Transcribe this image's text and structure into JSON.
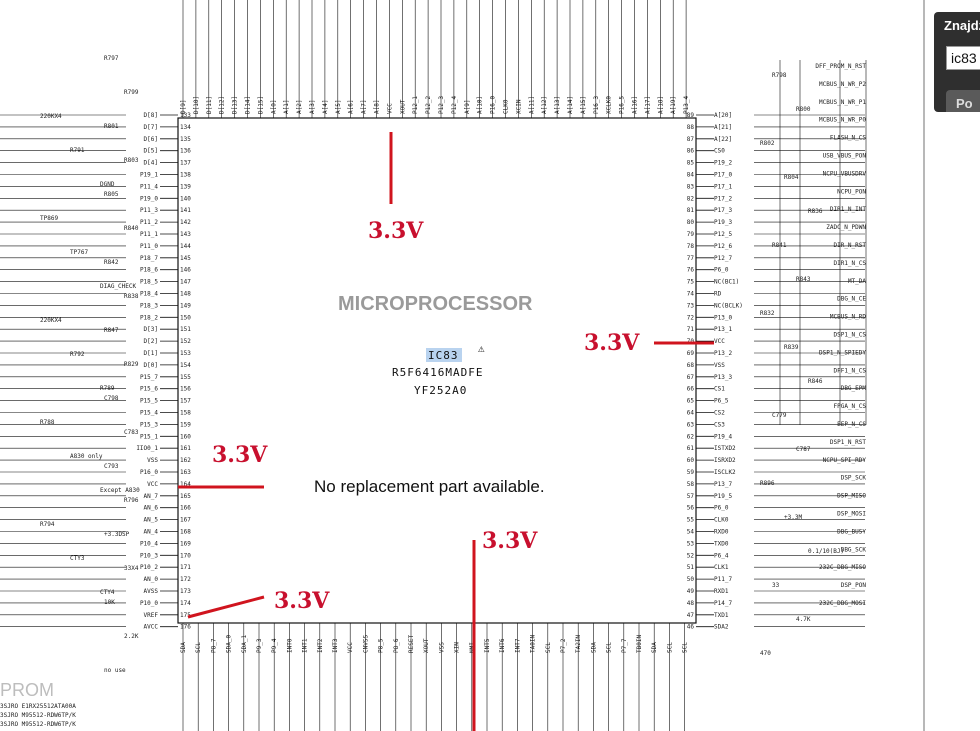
{
  "chip": {
    "title": "MICROPROCESSOR",
    "ref": "IC83",
    "part": "R5F6416MADFE",
    "code": "YF252A0"
  },
  "annotations": {
    "volt_top": "3.3V",
    "volt_right": "3.3V",
    "volt_left": "3.3V",
    "volt_bottom": "3.3V",
    "volt_bottom_left": "3.3V",
    "note": "No replacement part available."
  },
  "side_label": "PROM",
  "search": {
    "title": "Znajdź",
    "value": "ic83",
    "button": "Po"
  },
  "pins": {
    "left": [
      "D[8]",
      "D[7]",
      "D[6]",
      "D[5]",
      "D[4]",
      "P19_1",
      "P11_4",
      "P19_0",
      "P11_3",
      "P11_2",
      "P11_1",
      "P11_0",
      "P18_7",
      "P18_6",
      "P18_5",
      "P18_4",
      "P18_3",
      "P18_2",
      "D[3]",
      "D[2]",
      "D[1]",
      "D[0]",
      "P15_7",
      "P15_6",
      "P15_5",
      "P15_4",
      "P15_3",
      "P15_1",
      "IIO0_1",
      "VSS",
      "P16_0",
      "VCC",
      "AN_7",
      "AN_6",
      "AN_5",
      "AN_4",
      "P10_4",
      "P10_3",
      "P10_2",
      "AN_0",
      "AVSS",
      "P10_0",
      "VREF",
      "AVCC"
    ],
    "right": [
      "A[20]",
      "A[21]",
      "A[22]",
      "CS0",
      "P19_2",
      "P17_0",
      "P17_1",
      "P17_2",
      "P17_3",
      "P19_3",
      "P12_5",
      "P12_6",
      "P12_7",
      "P6_0",
      "NC(BC1)",
      "RD",
      "NC(BCLK)",
      "P13_0",
      "P13_1",
      "VCC",
      "P13_2",
      "VSS",
      "P13_3",
      "CS1",
      "P6_5",
      "CS2",
      "CS3",
      "P19_4",
      "ISTXD2",
      "ISRXD2",
      "ISCLK2",
      "P13_7",
      "P19_5",
      "P6_0",
      "CLK0",
      "RXD0",
      "TXD0",
      "P6_4",
      "CLK1",
      "P11_7",
      "RXD1",
      "P14_7",
      "TXD1",
      "SDA2"
    ],
    "top": [
      "D[9]",
      "D[10]",
      "D[11]",
      "D[12]",
      "D[13]",
      "D[14]",
      "D[15]",
      "A[0]",
      "A[1]",
      "A[2]",
      "A[3]",
      "A[4]",
      "A[5]",
      "A[6]",
      "A[7]",
      "A[8]",
      "VCC",
      "XOUT",
      "P12_1",
      "P12_2",
      "P12_3",
      "P12_4",
      "A[9]",
      "A[10]",
      "P16_0",
      "CLK0",
      "XCIN",
      "A[11]",
      "A[12]",
      "A[13]",
      "A[14]",
      "A[15]",
      "P16_3",
      "XCLK0",
      "P16_5",
      "A[16]",
      "A[17]",
      "A[18]",
      "A[19]",
      "P13_4"
    ],
    "bottom": [
      "SDA",
      "SCL",
      "P8_7",
      "SDA_0",
      "SDA_1",
      "P9_3",
      "P9_4",
      "INT0",
      "INT1",
      "INT2",
      "INT3",
      "VCC",
      "CNVSS",
      "P8_5",
      "P8_6",
      "RESET",
      "XOUT",
      "VSS",
      "XIN",
      "NMI",
      "INT5",
      "INT6",
      "INT7",
      "TA0IN",
      "SCL",
      "P7_2",
      "TA2IN",
      "SDA",
      "SCL",
      "P7_7",
      "TB0IN",
      "SDA",
      "SCL",
      "SCL"
    ]
  },
  "pin_numbers": {
    "left": [
      "133",
      "134",
      "135",
      "136",
      "137",
      "138",
      "139",
      "140",
      "141",
      "142",
      "143",
      "144",
      "145",
      "146",
      "147",
      "148",
      "149",
      "150",
      "151",
      "152",
      "153",
      "154",
      "155",
      "156",
      "157",
      "158",
      "159",
      "160",
      "161",
      "162",
      "163",
      "164",
      "165",
      "166",
      "167",
      "168",
      "169",
      "170",
      "171",
      "172",
      "173",
      "174",
      "175",
      "176"
    ],
    "right": [
      "89",
      "88",
      "87",
      "86",
      "85",
      "84",
      "83",
      "82",
      "81",
      "80",
      "79",
      "78",
      "77",
      "76",
      "75",
      "74",
      "73",
      "72",
      "71",
      "70",
      "69",
      "68",
      "67",
      "66",
      "65",
      "64",
      "63",
      "62",
      "61",
      "60",
      "59",
      "58",
      "57",
      "56",
      "55",
      "54",
      "53",
      "52",
      "51",
      "50",
      "49",
      "48",
      "47",
      "46"
    ]
  },
  "nets": {
    "right": [
      "DFF_PROM_N_RST",
      "MCBUS_N_WR_P2",
      "MCBUS_N_WR_P1",
      "MCBUS_N_WR_P0",
      "FLASH_N_CS",
      "USB_VBUS_PON",
      "NCPU_VBUSDRV",
      "NCPU_PON",
      "DIR1_N_INT",
      "ZADC_N_PDWN",
      "DIR_N_RST",
      "DIR1_N_CS",
      "MT_DA",
      "DBG_N_CE",
      "MCBUS_N_RD",
      "DSP1_N_CS",
      "DSP1_N_SPIEDY",
      "DFF1_N_CS",
      "DBG_EPM",
      "FPGA_N_CS",
      "EEP_N_CS",
      "DSP1_N_RST",
      "NCPU_SPI_RDY",
      "DSP_SCK",
      "DSP_MISO",
      "DSP_MOSI",
      "DBG_BUSY",
      "DBG_SCK",
      "232C_DBG_MISO",
      "DSP_PON",
      "232C_DBG_MOSI"
    ],
    "left": [
      "220KX4",
      "R791",
      "DGND",
      "TP869",
      "TP767",
      "DIAG_CHECK",
      "220KX4",
      "R792",
      "R789",
      "R788",
      "A830 only",
      "Except A830",
      "R794",
      "CTY3",
      "CTY4"
    ],
    "extras": [
      "R797",
      "R798",
      "R799",
      "R800",
      "R801",
      "R802",
      "R803",
      "R804",
      "R805",
      "R836",
      "R840",
      "R841",
      "R842",
      "R843",
      "R838",
      "R832",
      "R847",
      "R839",
      "R829",
      "R846",
      "C798",
      "C779",
      "C783",
      "C787",
      "C793",
      "R896",
      "R796",
      "+3.3M",
      "+3.3DSP",
      "0.1/10(BJ)",
      "33X4",
      "33",
      "10K",
      "4.7K",
      "2.2K",
      "470",
      "no use"
    ]
  },
  "footnotes": [
    "3SJRO E1RX25512ATA00A",
    "3SJRO M95512-RDW6TP/K",
    "3SJRO M95512-RDW6TP/K"
  ]
}
